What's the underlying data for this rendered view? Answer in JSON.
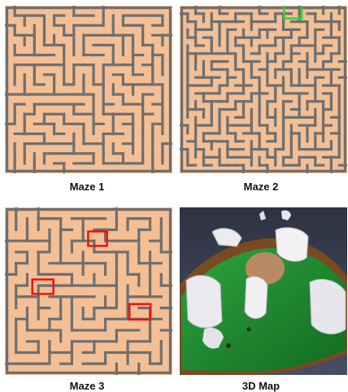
{
  "panels": [
    {
      "caption": "Maze 1"
    },
    {
      "caption": "Maze 2"
    },
    {
      "caption": "Maze 3"
    },
    {
      "caption": "3D Map"
    }
  ],
  "colors": {
    "floor": "#f4bf94",
    "wall": "#6f6f6f",
    "green_marker": "#2fd52f",
    "red_marker": "#ee1111",
    "map_background": "#3b4256"
  }
}
